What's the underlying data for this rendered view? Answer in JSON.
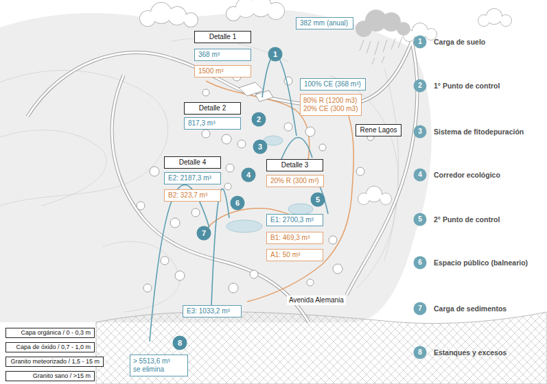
{
  "diagram": {
    "nodes": [
      {
        "text": [
          "382 mm (anual)"
        ]
      },
      {
        "text": [
          "Detalle 1"
        ]
      },
      {
        "text": [
          "368 m³"
        ]
      },
      {
        "text": [
          "1500 m³"
        ]
      },
      {
        "text": [
          "1"
        ]
      },
      {
        "text": [
          "100% CE (368 m³)"
        ]
      },
      {
        "text": [
          "80% R (1200 m3) 20% CE (300 m3)"
        ]
      },
      {
        "text": [
          "Detalle 2"
        ]
      },
      {
        "text": [
          "817,3 m³"
        ]
      },
      {
        "text": [
          "2"
        ]
      },
      {
        "text": [
          "Rene Lagos"
        ]
      },
      {
        "text": [
          "3"
        ]
      },
      {
        "text": [
          "Detalle 4"
        ]
      },
      {
        "text": [
          "E2: 2187,3 m³"
        ]
      },
      {
        "text": [
          "B2: 323,7 m³"
        ]
      },
      {
        "text": [
          "Detalle 3"
        ]
      },
      {
        "text": [
          "20% R (300 m³)"
        ]
      },
      {
        "text": [
          "4"
        ]
      },
      {
        "text": [
          "5"
        ]
      },
      {
        "text": [
          "6"
        ]
      },
      {
        "text": [
          "E1: 2700,3 m³"
        ]
      },
      {
        "text": [
          "B1: 469,3 m³"
        ]
      },
      {
        "text": [
          "A1: 50 m³"
        ]
      },
      {
        "text": [
          "7"
        ]
      },
      {
        "text": [
          "E3: 1033,2 m³"
        ]
      },
      {
        "text": [
          "Capa orgánica / 0 - 0,3 m"
        ]
      },
      {
        "text": [
          "Capa de óxido / 0,7 - 1,0 m"
        ]
      },
      {
        "text": [
          "Granito meteorizado / 1,5 - 15 m"
        ]
      },
      {
        "text": [
          "Granito sano / >15 m"
        ]
      },
      {
        "text": [
          "8"
        ]
      },
      {
        "text": [
          "> 5513,6 m³ se elimina"
        ]
      },
      {
        "text": [
          "1",
          "Carga de suelo"
        ]
      },
      {
        "text": [
          "2",
          "1° Punto de control"
        ]
      },
      {
        "text": [
          "3",
          "Sistema de fitodepuración"
        ]
      },
      {
        "text": [
          "4",
          "Corredor ecológico"
        ]
      },
      {
        "text": [
          "5",
          "2° Punto de control"
        ]
      },
      {
        "text": [
          "6",
          "Espacio público (balneario)"
        ]
      },
      {
        "text": [
          "7",
          "Carga de sedimentos"
        ]
      },
      {
        "text": [
          "8",
          "Estanques y excesos"
        ]
      }
    ],
    "labels": [
      "Avenida Alemania"
    ]
  }
}
